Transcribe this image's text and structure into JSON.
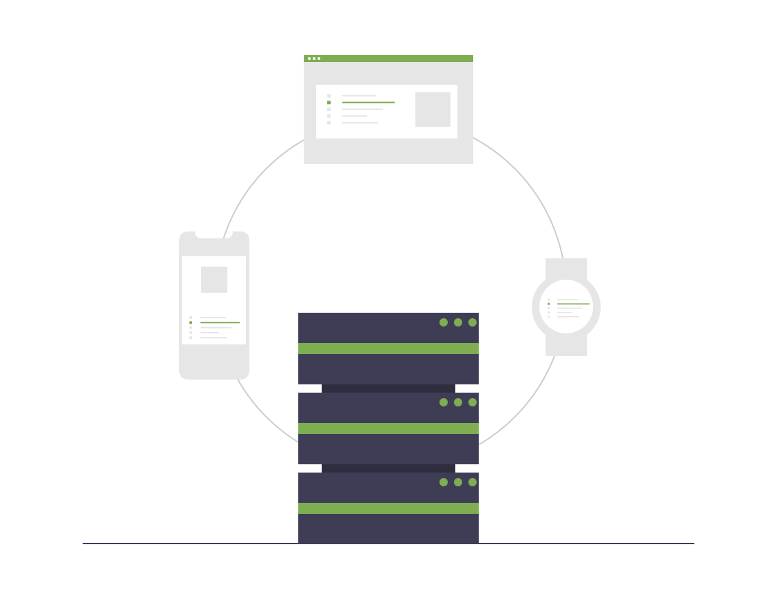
{
  "colors": {
    "accent": "#7fad52",
    "server_dark": "#3f3d56",
    "server_shadow": "#2f2e41",
    "device_gray": "#e6e6e6",
    "line_light": "#e6e6e6",
    "white": "#ffffff",
    "ring": "#cccccc",
    "ground": "#3f3d56"
  },
  "illustration": {
    "devices": [
      "browser-window",
      "smartphone",
      "smartwatch"
    ],
    "server_units": 3,
    "status_lights_per_unit": 3,
    "list_rows_per_screen": 5,
    "highlighted_row_index": 1
  }
}
